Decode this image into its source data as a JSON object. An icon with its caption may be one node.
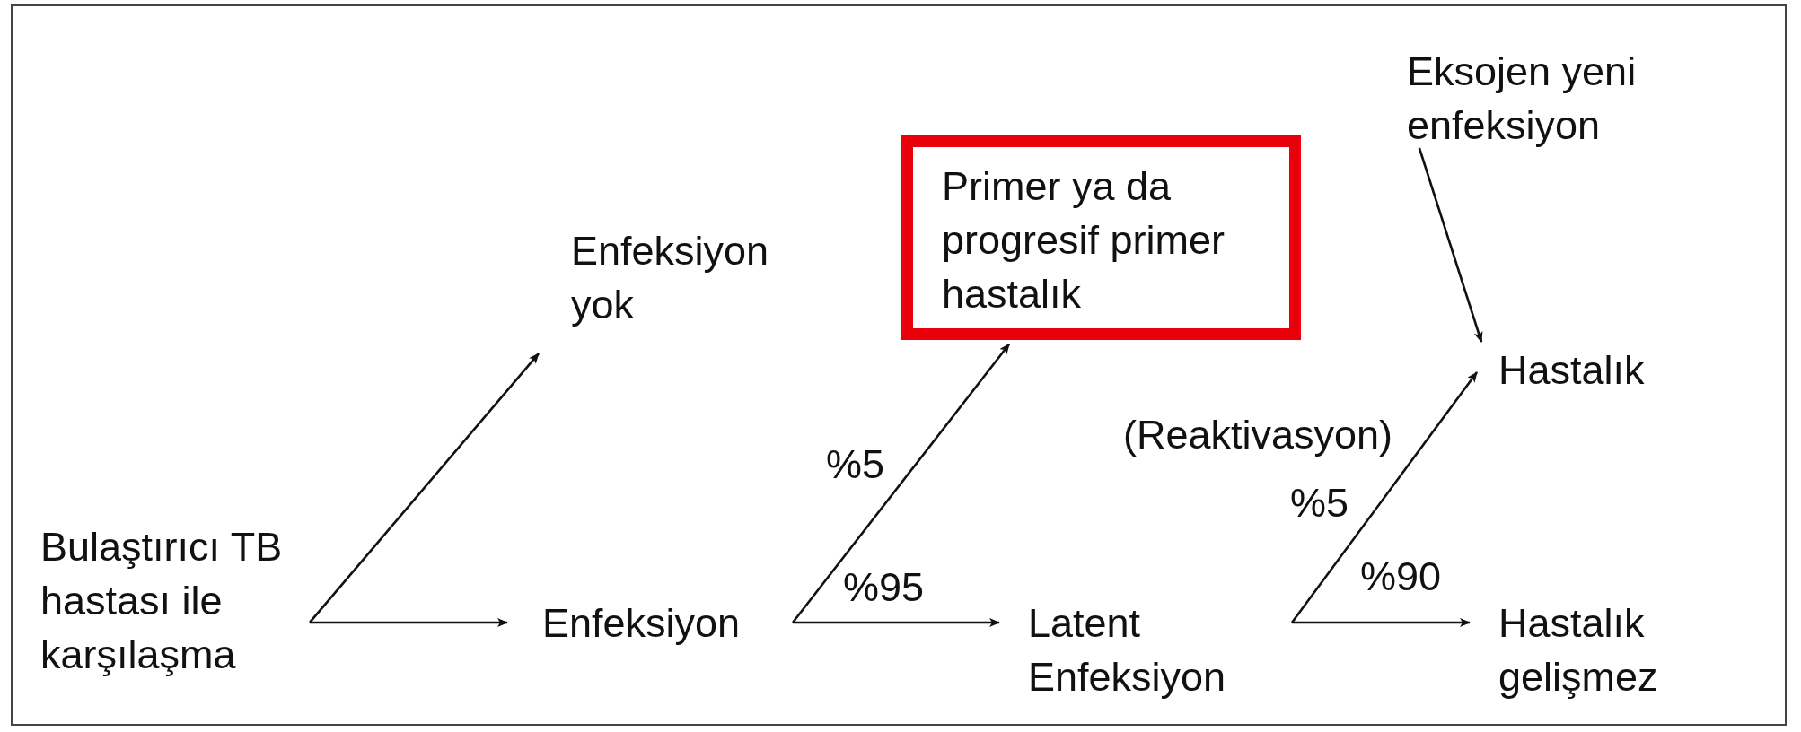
{
  "diagram": {
    "nodes": [
      {
        "text": [
          "Bulaştırıcı TB hastası ile karşılaşma"
        ]
      },
      {
        "text": [
          "Enfeksiyon yok"
        ]
      },
      {
        "text": [
          "Enfeksiyon"
        ]
      },
      {
        "text": [
          "Primer ya da progresif primer hastalık"
        ]
      },
      {
        "text": [
          "Latent Enfeksiyon"
        ]
      },
      {
        "text": [
          "Eksojen yeni enfeksiyon"
        ]
      },
      {
        "text": [
          "Hastalık"
        ]
      },
      {
        "text": [
          "Hastalık gelişmez"
        ]
      }
    ],
    "edges": [
      {
        "from": 0,
        "to": 1,
        "arrow": "to"
      },
      {
        "from": 0,
        "to": 2,
        "arrow": "to"
      },
      {
        "from": 2,
        "to": 3,
        "arrow": "to",
        "label": "%5"
      },
      {
        "from": 2,
        "to": 4,
        "arrow": "to",
        "label": "%95"
      },
      {
        "from": 4,
        "to": 6,
        "arrow": "to",
        "label": "%5"
      },
      {
        "from": 4,
        "to": 7,
        "arrow": "to",
        "label": "%90"
      },
      {
        "from": 5,
        "to": 6,
        "arrow": "to"
      }
    ],
    "labels": [
      "(Reaktivasyon)"
    ]
  }
}
